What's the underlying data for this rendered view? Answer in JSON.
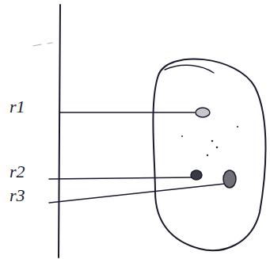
{
  "diagram": {
    "labels": [
      "r1",
      "r2",
      "r3"
    ]
  }
}
